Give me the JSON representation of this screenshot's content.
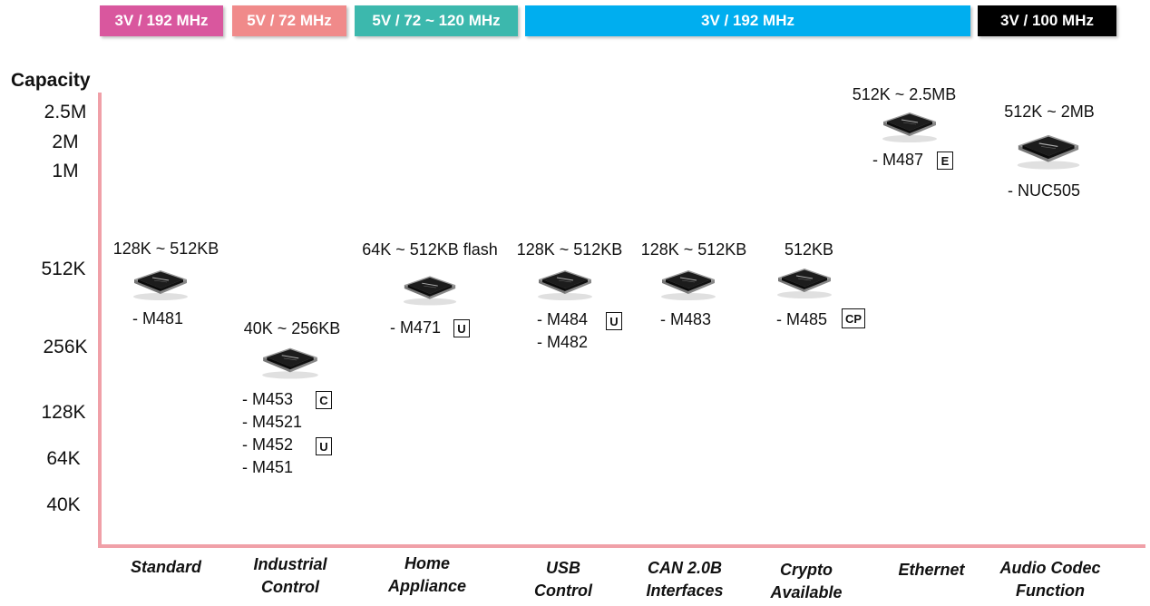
{
  "bands": [
    {
      "label": "3V / 192 MHz",
      "color": "#d9579e"
    },
    {
      "label": "5V / 72 MHz",
      "color": "#f08a8a"
    },
    {
      "label": "5V / 72 ~ 120 MHz",
      "color": "#3cb8ad"
    },
    {
      "label": "3V / 192 MHz",
      "color": "#00aeef"
    },
    {
      "label": "3V / 100 MHz",
      "color": "#000000"
    }
  ],
  "axis": {
    "title": "Capacity",
    "ticks": [
      "2.5M",
      "2M",
      "1M",
      "512K",
      "256K",
      "128K",
      "64K",
      "40K"
    ]
  },
  "categories": [
    "Standard",
    "Industrial\nControl",
    "Home\nAppliance",
    "USB\nControl",
    "CAN 2.0B\nInterfaces",
    "Crypto\nAvailable",
    "Ethernet",
    "Audio Codec\nFunction"
  ],
  "groups": [
    {
      "capacity": "128K ~ 512KB",
      "models": [
        {
          "name": "- M481",
          "badge": ""
        }
      ]
    },
    {
      "capacity": "40K ~ 256KB",
      "models": [
        {
          "name": "- M453",
          "badge": "C"
        },
        {
          "name": "- M4521",
          "badge": ""
        },
        {
          "name": "- M452",
          "badge": "U"
        },
        {
          "name": "- M451",
          "badge": ""
        }
      ]
    },
    {
      "capacity": "64K ~ 512KB flash",
      "models": [
        {
          "name": "- M471",
          "badge": "U"
        }
      ]
    },
    {
      "capacity": "128K ~ 512KB",
      "models": [
        {
          "name": "- M484",
          "badge": "U"
        },
        {
          "name": "- M482",
          "badge": ""
        }
      ]
    },
    {
      "capacity": "128K ~ 512KB",
      "models": [
        {
          "name": "- M483",
          "badge": ""
        }
      ]
    },
    {
      "capacity": "512KB",
      "models": [
        {
          "name": "- M485",
          "badge": "CP"
        }
      ]
    },
    {
      "capacity": "512K ~ 2.5MB",
      "models": [
        {
          "name": "- M487",
          "badge": "E"
        }
      ]
    },
    {
      "capacity": "512K ~ 2MB",
      "models": [
        {
          "name": "- NUC505",
          "badge": ""
        }
      ]
    }
  ]
}
